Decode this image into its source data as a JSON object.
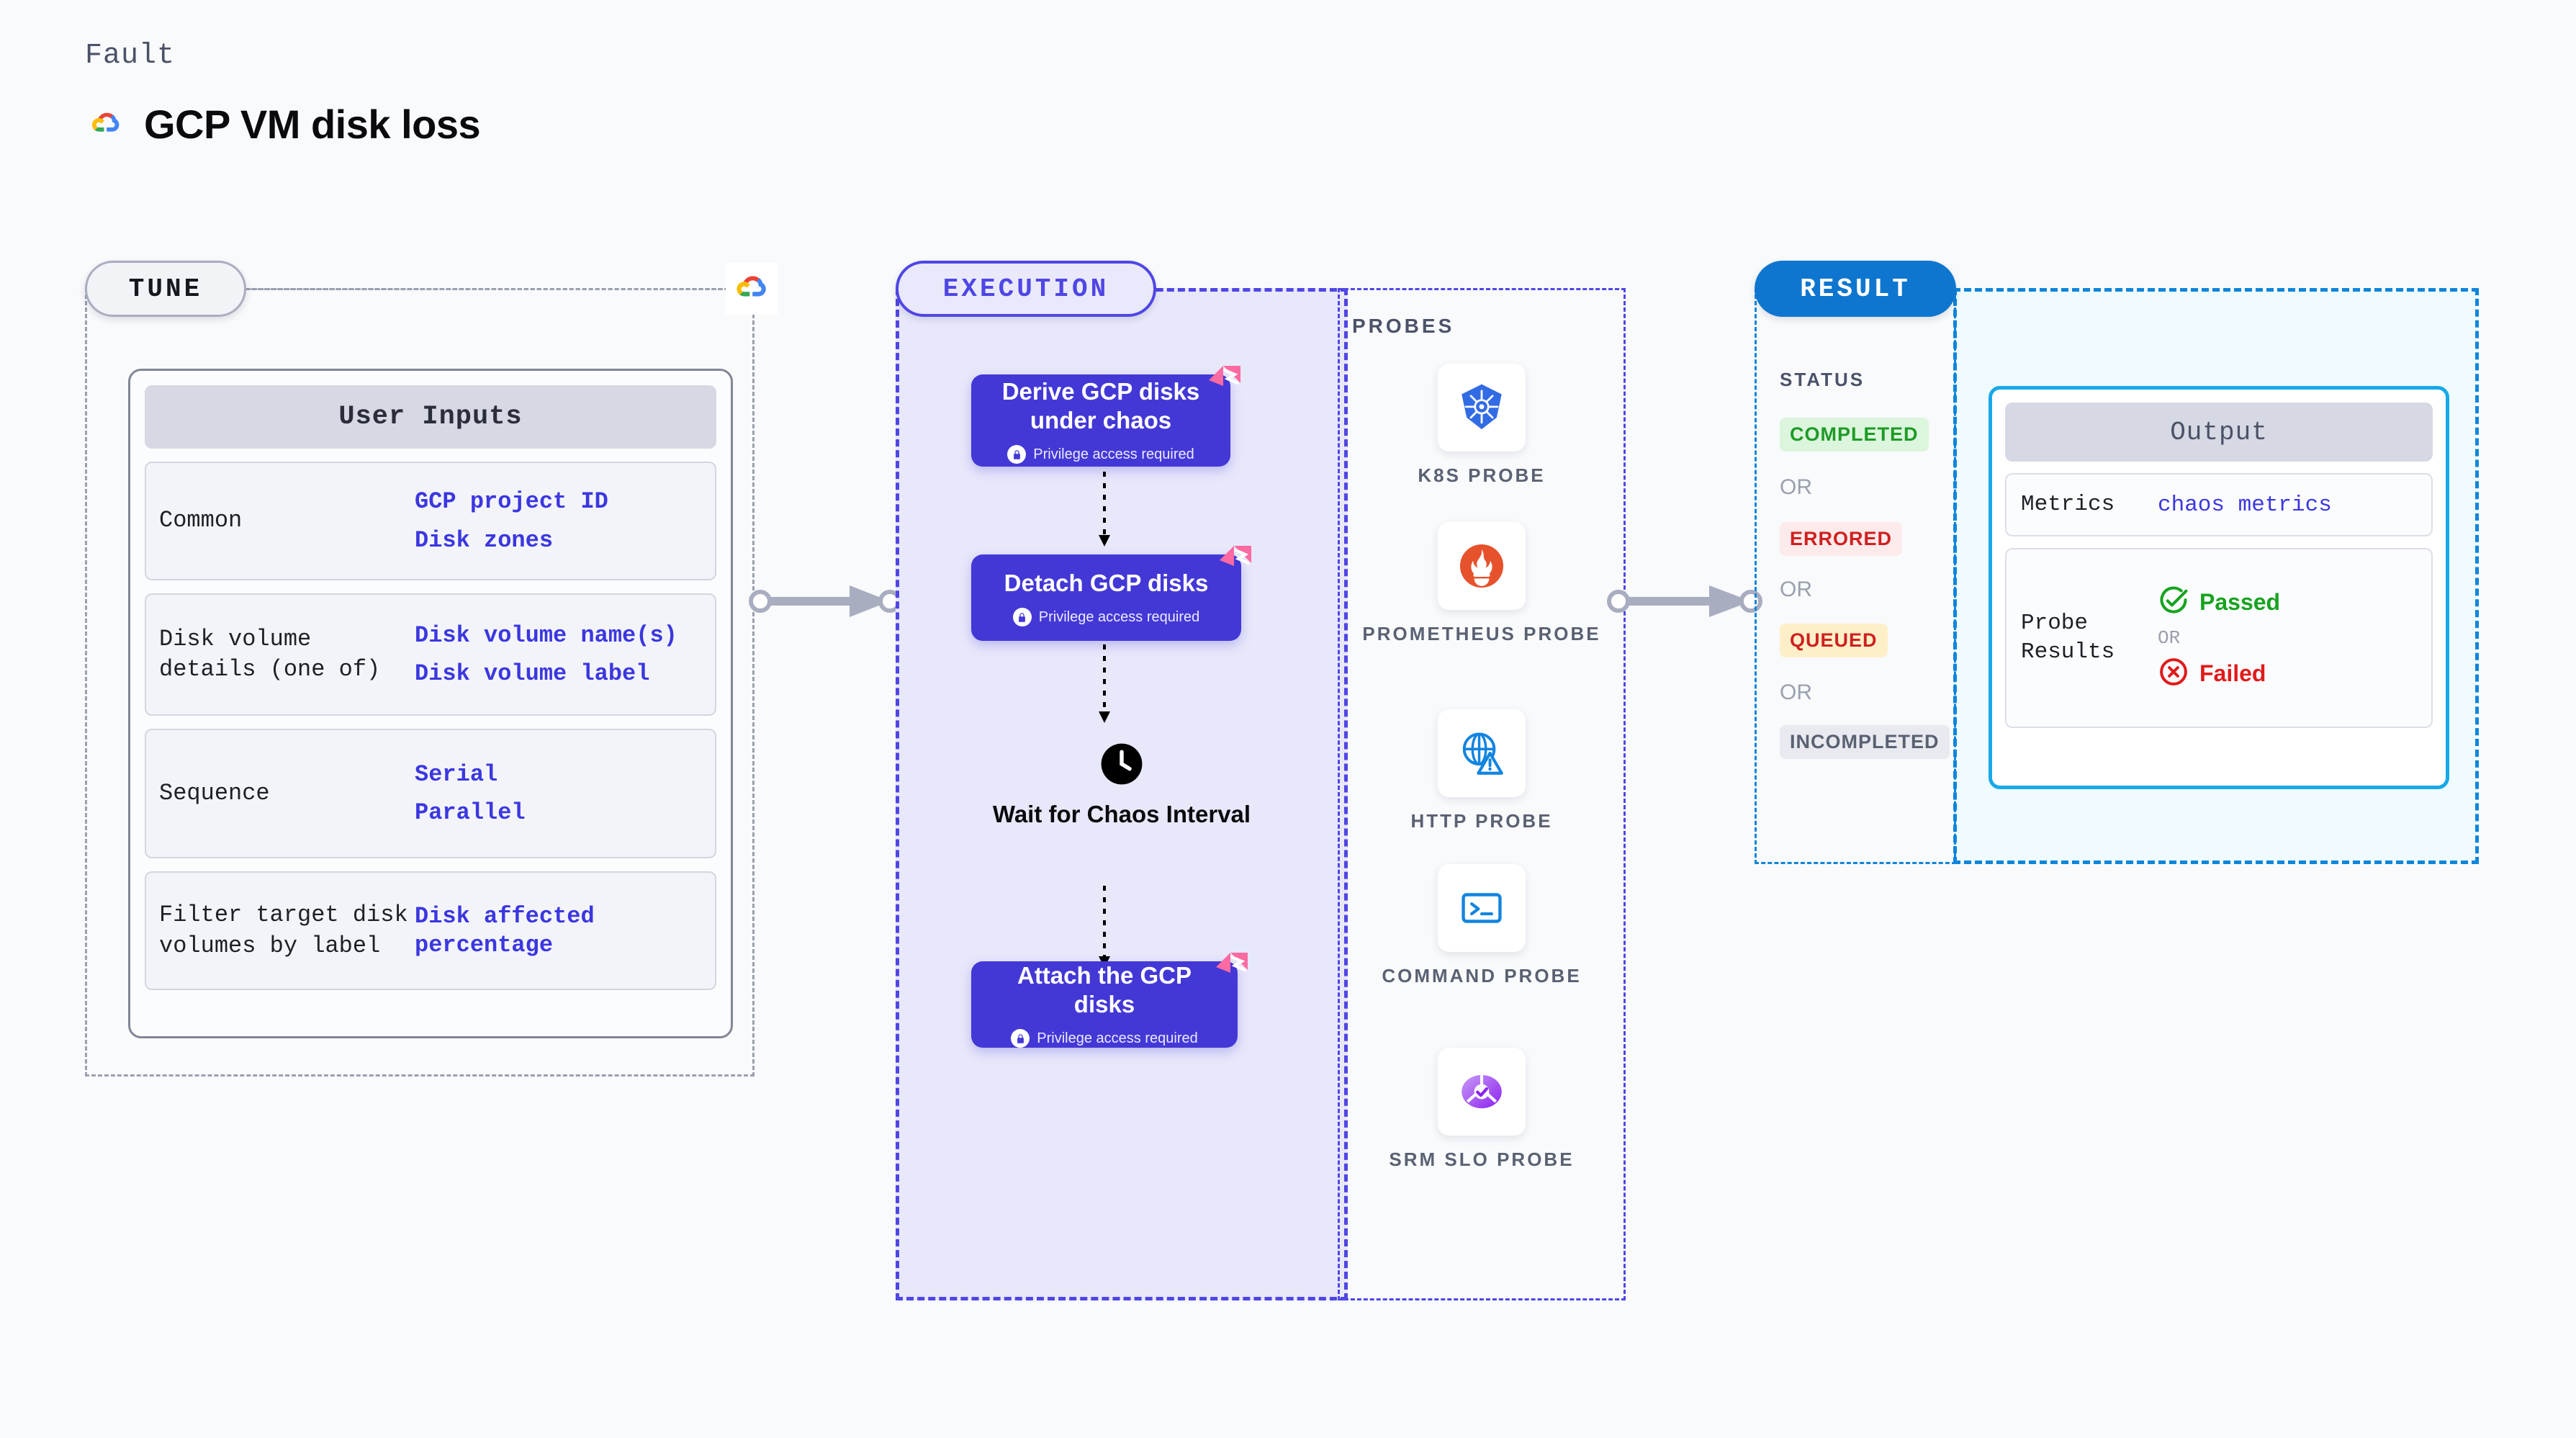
{
  "header": {
    "eyebrow": "Fault",
    "title": "GCP VM disk loss",
    "logo_icon": "gcp-logo-icon"
  },
  "colors": {
    "indigo": "#4f46e5",
    "step_card": "#4338d6",
    "result_blue": "#0f76cf",
    "output_cyan": "#17a9e8",
    "value_blue": "#3b37e0",
    "pass_green": "#17a31f",
    "fail_red": "#e01b1b",
    "ribbon_pink": "#fb6aa0",
    "page_bg": "#f8fafc"
  },
  "tune": {
    "badge": "TUNE",
    "platform_icon": "gcp-logo-icon",
    "card_title": "User Inputs",
    "rows": [
      {
        "key": "Common",
        "values": [
          "GCP project ID",
          "Disk zones"
        ]
      },
      {
        "key": "Disk volume details (one of)",
        "values": [
          "Disk volume name(s)",
          "Disk volume label"
        ]
      },
      {
        "key": "Sequence",
        "values": [
          "Serial",
          "Parallel"
        ]
      },
      {
        "key": "Filter target disk volumes by label",
        "values": [
          "Disk affected percentage"
        ]
      }
    ]
  },
  "execution": {
    "badge": "EXECUTION",
    "privilege_text": "Privilege access required",
    "privilege_icon": "lock-icon",
    "ribbon_icon": "litmus-chaos-icon",
    "steps": [
      {
        "title": "Derive GCP disks under chaos",
        "privileged": true
      },
      {
        "title": "Detach GCP disks",
        "privileged": true
      }
    ],
    "wait_node": {
      "icon": "clock-icon",
      "label": "Wait for Chaos Interval"
    },
    "final_step": {
      "title": "Attach the GCP disks",
      "privileged": true
    }
  },
  "probes": {
    "label": "PROBES",
    "items": [
      {
        "label": "K8S PROBE",
        "icon": "kubernetes-icon"
      },
      {
        "label": "PROMETHEUS PROBE",
        "icon": "prometheus-icon"
      },
      {
        "label": "HTTP PROBE",
        "icon": "http-globe-icon"
      },
      {
        "label": "COMMAND PROBE",
        "icon": "terminal-icon"
      },
      {
        "label": "SRM SLO PROBE",
        "icon": "srm-slo-icon"
      }
    ]
  },
  "result": {
    "badge": "RESULT",
    "status_label": "STATUS",
    "or_text": "OR",
    "statuses": [
      {
        "label": "COMPLETED",
        "bg": "#dcf5dd",
        "fg": "#1d9b26"
      },
      {
        "label": "ERRORED",
        "bg": "#fdeaea",
        "fg": "#cf2020"
      },
      {
        "label": "QUEUED",
        "bg": "#fdf0c9",
        "fg": "#cf2020"
      },
      {
        "label": "INCOMPLETED",
        "bg": "#e8eaf0",
        "fg": "#5a6172"
      }
    ],
    "output": {
      "title": "Output",
      "rows": [
        {
          "key": "Metrics",
          "value": "chaos metrics"
        }
      ],
      "probe_results_key": "Probe Results",
      "passed_label": "Passed",
      "failed_label": "Failed",
      "passed_icon": "check-circle-icon",
      "failed_icon": "x-circle-icon",
      "or_text": "OR"
    }
  },
  "connectors": [
    {
      "name": "tune-to-execution",
      "icon": "arrow-right-icon"
    },
    {
      "name": "execution-to-result",
      "icon": "arrow-right-icon"
    }
  ]
}
